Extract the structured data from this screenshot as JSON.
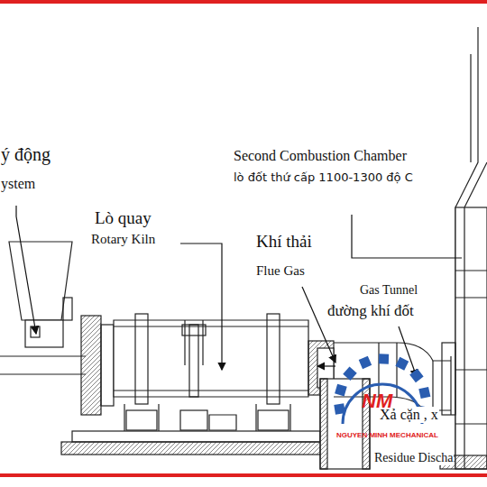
{
  "diagram": {
    "labels": [
      "ý động",
      "ystem",
      "Second Combustion Chamber",
      "lò đốt thứ cấp 1100-1300 độ C",
      "Lò quay",
      "Rotary Kiln",
      "Khí thải",
      "Flue Gas",
      "Gas Tunnel",
      "đường khí đốt",
      "Xả cặn , x",
      "Residue Discha",
      "NM",
      "NGUYEN MINH MECHANICAL"
    ]
  }
}
